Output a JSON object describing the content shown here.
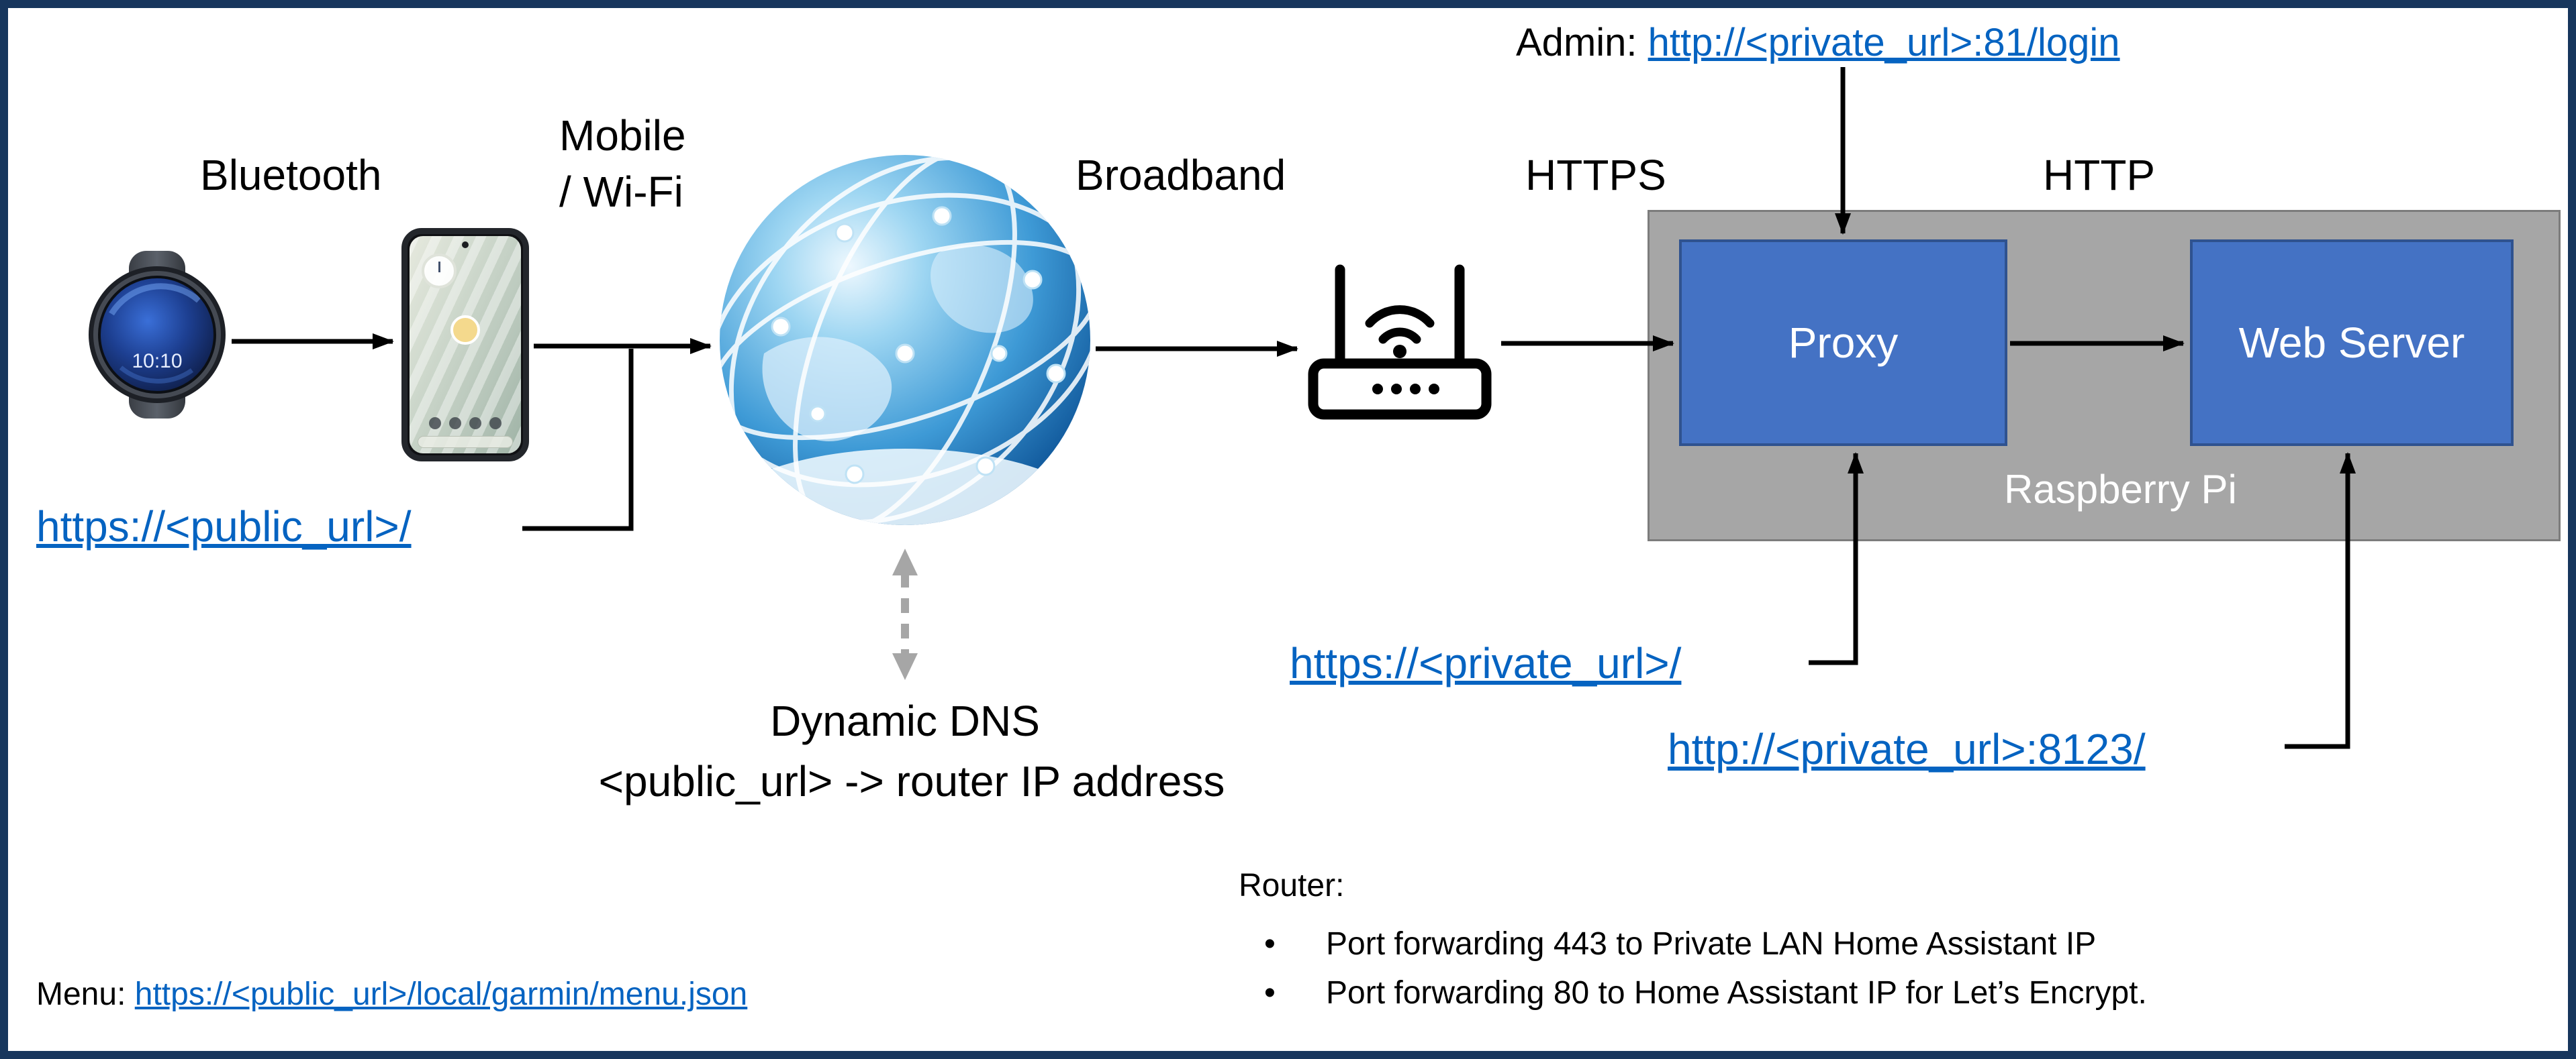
{
  "connections": {
    "bluetooth": "Bluetooth",
    "mobile_line1": "Mobile",
    "mobile_line2": "/ Wi-Fi",
    "broadband": "Broadband",
    "https": "HTTPS",
    "http": "HTTP"
  },
  "devices": {
    "watch_time": "10:10"
  },
  "admin": {
    "prefix": "Admin: ",
    "link": "http://<private_url>:81/login"
  },
  "urls": {
    "public": "https://<public_url>/",
    "private": "https://<private_url>/",
    "private_8123": "http://<private_url>:8123/"
  },
  "dynamic_dns": {
    "title": "Dynamic DNS",
    "mapping": "<public_url> -> router IP address"
  },
  "raspberry_pi": {
    "label": "Raspberry Pi",
    "proxy": "Proxy",
    "web_server": "Web Server"
  },
  "router_notes": {
    "title": "Router:",
    "bullets": [
      "Port forwarding 443 to Private LAN Home Assistant IP",
      "Port forwarding 80 to Home Assistant IP for Let’s Encrypt."
    ]
  },
  "menu": {
    "prefix": "Menu: ",
    "link": "https://<public_url>/local/garmin/menu.json"
  },
  "colors": {
    "node_blue": "#4472C4",
    "node_blue_border": "#2F528F",
    "pi_gray": "#A6A6A6",
    "link_blue": "#0563C1",
    "frame_navy": "#17365D",
    "dashed_gray": "#A6A6A6"
  }
}
